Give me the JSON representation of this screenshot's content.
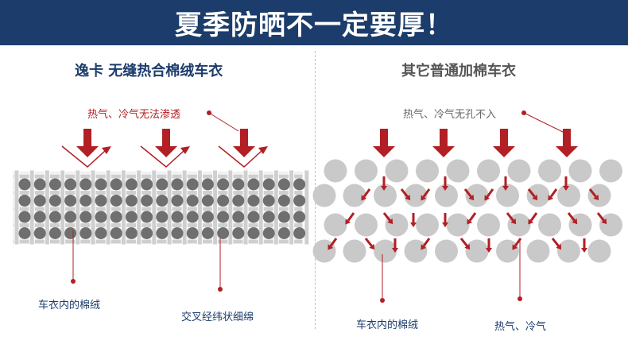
{
  "banner": {
    "title": "夏季防晒不一定要厚！"
  },
  "left_panel": {
    "heading": "逸卡 无缝热合棉绒车衣",
    "heat_label": "热气、冷气无法渗透",
    "cotton_label": "车衣内的棉绒",
    "fiber_label": "交叉经纬状细绵"
  },
  "right_panel": {
    "heading": "其它普通加棉车衣",
    "heat_label": "热气、冷气无孔不入",
    "cotton_label": "车衣内的棉绒",
    "air_label": "热气、冷气"
  },
  "colors": {
    "banner": "#1c3c6b",
    "accent_red": "#b21f24",
    "mesh": "#cfcfcf",
    "dot_dark": "#6f6f6f",
    "dot_light": "#c9c9c9"
  }
}
